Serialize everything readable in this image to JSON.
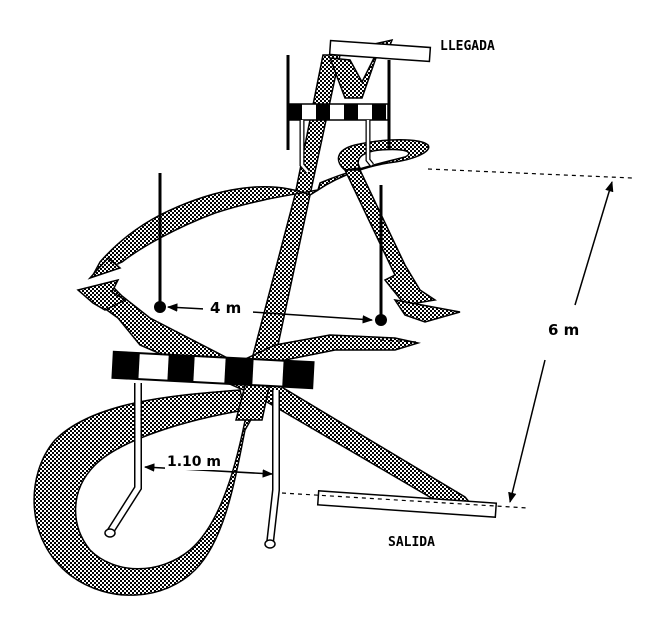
{
  "labels": {
    "finish": "LLEGADA",
    "start": "SALIDA",
    "distance_posts": "4 m",
    "distance_depth": "6 m",
    "gate_width": "1.10 m"
  },
  "colors": {
    "ink": "#000000",
    "paper": "#ffffff",
    "path_fill": "#8a8a8a"
  },
  "icons": {
    "path_pattern": "checkered-path",
    "arrow": "arrowhead"
  }
}
